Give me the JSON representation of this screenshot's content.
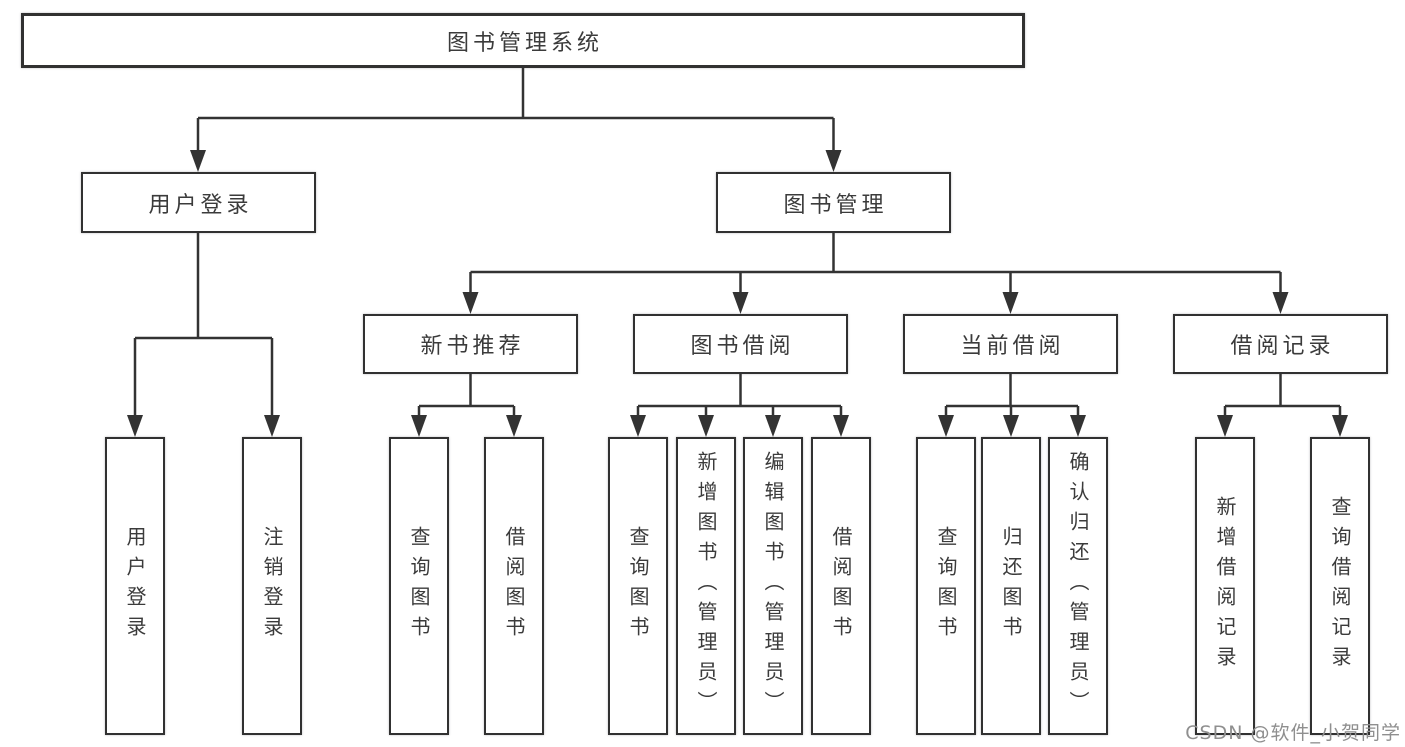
{
  "tree": {
    "label": "图书管理系统",
    "children": [
      {
        "label": "用户登录",
        "children": [
          {
            "label": "用户登录"
          },
          {
            "label": "注销登录"
          }
        ]
      },
      {
        "label": "图书管理",
        "children": [
          {
            "label": "新书推荐",
            "children": [
              {
                "label": "查询图书"
              },
              {
                "label": "借阅图书"
              }
            ]
          },
          {
            "label": "图书借阅",
            "children": [
              {
                "label": "查询图书"
              },
              {
                "label": "新增图书（管理员）"
              },
              {
                "label": "编辑图书（管理员）"
              },
              {
                "label": "借阅图书"
              }
            ]
          },
          {
            "label": "当前借阅",
            "children": [
              {
                "label": "查询图书"
              },
              {
                "label": "归还图书"
              },
              {
                "label": "确认归还（管理员）"
              }
            ]
          },
          {
            "label": "借阅记录",
            "children": [
              {
                "label": "新增借阅记录"
              },
              {
                "label": "查询借阅记录"
              }
            ]
          }
        ]
      }
    ]
  },
  "watermark": {
    "text": "CSDN @软件_小贺同学"
  },
  "colors": {
    "line": "#333333",
    "box_border": "#313131",
    "text": "#3b3b3b",
    "background": "#ffffff",
    "watermark": "#8f8f8f"
  }
}
